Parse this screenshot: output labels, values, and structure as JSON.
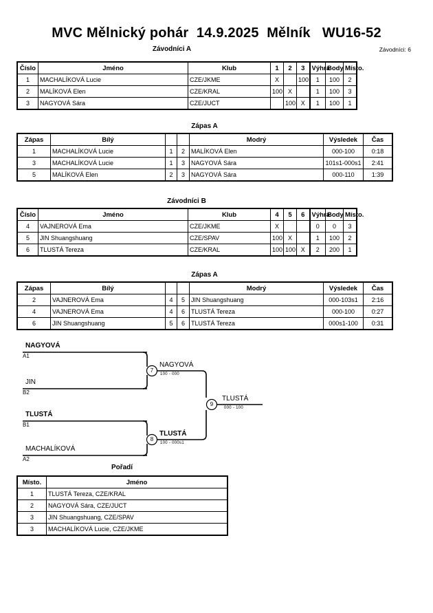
{
  "header": {
    "title": "MVC Mělnický pohár  14.9.2025  Mělník   WU16-52",
    "entrant_count": "Závodníci: 6"
  },
  "sections": {
    "pool_a_caption": "Závodníci A",
    "pool_b_caption": "Závodníci B",
    "matches_a_caption": "Zápas A",
    "matches_b_caption": "Zápas A",
    "standings_caption": "Pořadí"
  },
  "pool_headers": {
    "cislo": "Číslo",
    "jmeno": "Jméno",
    "klub": "Klub",
    "vyhra": "Výhra",
    "body": "Body",
    "misto": "Místo."
  },
  "pool_a": {
    "opponent_cols": [
      "1",
      "2",
      "3"
    ],
    "rows": [
      {
        "cislo": "1",
        "jmeno": "MACHALÍKOVÁ Lucie",
        "klub": "CZE/JKME",
        "cells": [
          "X",
          "",
          "100"
        ],
        "vyhra": "1",
        "body": "100",
        "misto": "2"
      },
      {
        "cislo": "2",
        "jmeno": "MALÍKOVÁ Elen",
        "klub": "CZE/KRAL",
        "cells": [
          "100",
          "X",
          ""
        ],
        "vyhra": "1",
        "body": "100",
        "misto": "3"
      },
      {
        "cislo": "3",
        "jmeno": "NAGYOVÁ Sára",
        "klub": "CZE/JUCT",
        "cells": [
          "",
          "100",
          "X"
        ],
        "vyhra": "1",
        "body": "100",
        "misto": "1"
      }
    ]
  },
  "pool_b": {
    "opponent_cols": [
      "4",
      "5",
      "6"
    ],
    "rows": [
      {
        "cislo": "4",
        "jmeno": "VAJNEROVÁ Ema",
        "klub": "CZE/JKME",
        "cells": [
          "X",
          "",
          ""
        ],
        "vyhra": "0",
        "body": "0",
        "misto": "3"
      },
      {
        "cislo": "5",
        "jmeno": "JIN Shuangshuang",
        "klub": "CZE/SPAV",
        "cells": [
          "100",
          "X",
          ""
        ],
        "vyhra": "1",
        "body": "100",
        "misto": "2"
      },
      {
        "cislo": "6",
        "jmeno": "TLUSTÁ Tereza",
        "klub": "CZE/KRAL",
        "cells": [
          "100",
          "100",
          "X"
        ],
        "vyhra": "2",
        "body": "200",
        "misto": "1"
      }
    ]
  },
  "match_headers": {
    "zapas": "Zápas",
    "bily": "Bílý",
    "modry": "Modrý",
    "vysledek": "Výsledek",
    "cas": "Čas"
  },
  "matches_a": [
    {
      "zapas": "1",
      "bily": "MACHALÍKOVÁ Lucie",
      "bily_win": false,
      "bn": "1",
      "mn": "2",
      "modry": "MALÍKOVÁ Elen",
      "modry_win": true,
      "vysledek": "000-100",
      "cas": "0:18"
    },
    {
      "zapas": "3",
      "bily": "MACHALÍKOVÁ Lucie",
      "bily_win": true,
      "bn": "1",
      "mn": "3",
      "modry": "NAGYOVÁ Sára",
      "modry_win": false,
      "vysledek": "101s1-000s1",
      "cas": "2:41"
    },
    {
      "zapas": "5",
      "bily": "MALÍKOVÁ Elen",
      "bily_win": false,
      "bn": "2",
      "mn": "3",
      "modry": "NAGYOVÁ Sára",
      "modry_win": true,
      "vysledek": "000-110",
      "cas": "1:39"
    }
  ],
  "matches_b": [
    {
      "zapas": "2",
      "bily": "VAJNEROVÁ Ema",
      "bily_win": false,
      "bn": "4",
      "mn": "5",
      "modry": "JIN Shuangshuang",
      "modry_win": true,
      "vysledek": "000-103s1",
      "cas": "2:16"
    },
    {
      "zapas": "4",
      "bily": "VAJNEROVÁ Ema",
      "bily_win": false,
      "bn": "4",
      "mn": "6",
      "modry": "TLUSTÁ Tereza",
      "modry_win": true,
      "vysledek": "000-100",
      "cas": "0:27"
    },
    {
      "zapas": "6",
      "bily": "JIN Shuangshuang",
      "bily_win": false,
      "bn": "5",
      "mn": "6",
      "modry": "TLUSTÁ Tereza",
      "modry_win": true,
      "vysledek": "000s1-100",
      "cas": "0:31"
    }
  ],
  "bracket": {
    "semifinal_1": {
      "top": {
        "name": "NAGYOVÁ",
        "seed": "A1",
        "bold": true
      },
      "bottom": {
        "name": "JIN",
        "seed": "B2",
        "bold": false
      },
      "number": "7",
      "winner": "NAGYOVÁ",
      "score": "100 - 000"
    },
    "semifinal_2": {
      "top": {
        "name": "TLUSTÁ",
        "seed": "B1",
        "bold": true
      },
      "bottom": {
        "name": "MACHALÍKOVÁ",
        "seed": "A2",
        "bold": false
      },
      "number": "8",
      "winner": "TLUSTÁ",
      "score": "100 - 000s1"
    },
    "final": {
      "number": "9",
      "winner": "TLUSTÁ",
      "score": "000 - 100"
    }
  },
  "standings_headers": {
    "misto": "Místo.",
    "jmeno": "Jméno"
  },
  "standings": [
    {
      "misto": "1",
      "jmeno": "TLUSTÁ Tereza, CZE/KRAL"
    },
    {
      "misto": "2",
      "jmeno": "NAGYOVÁ Sára, CZE/JUCT"
    },
    {
      "misto": "3",
      "jmeno": "JIN Shuangshuang, CZE/SPAV"
    },
    {
      "misto": "3",
      "jmeno": "MACHALÍKOVÁ Lucie, CZE/JKME"
    }
  ]
}
